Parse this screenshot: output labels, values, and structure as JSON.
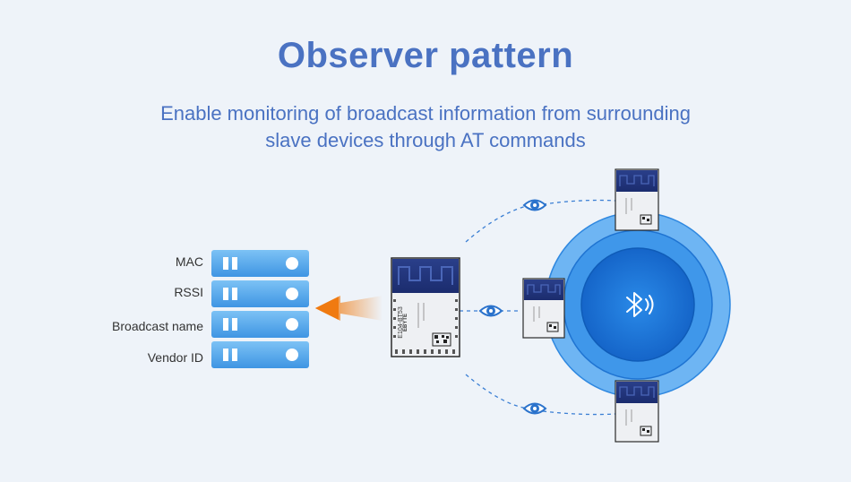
{
  "title": "Observer pattern",
  "subtitle": {
    "line1": "Enable monitoring of broadcast information from surrounding",
    "line2": "slave devices through AT commands"
  },
  "info_fields": [
    {
      "label": "MAC"
    },
    {
      "label": "RSSI"
    },
    {
      "label": "Broadcast name"
    },
    {
      "label": "Vendor ID"
    }
  ],
  "module": {
    "brand": "EBYTE",
    "model": "E104-BT53"
  },
  "colors": {
    "title": "#4a72c2",
    "server": "#4fa7e9",
    "arrow": "#f08a1c",
    "ring_outer": "#5eaaf0",
    "ring_inner": "#1b78d6"
  },
  "icons": [
    "bluetooth-icon",
    "eye-icon"
  ]
}
